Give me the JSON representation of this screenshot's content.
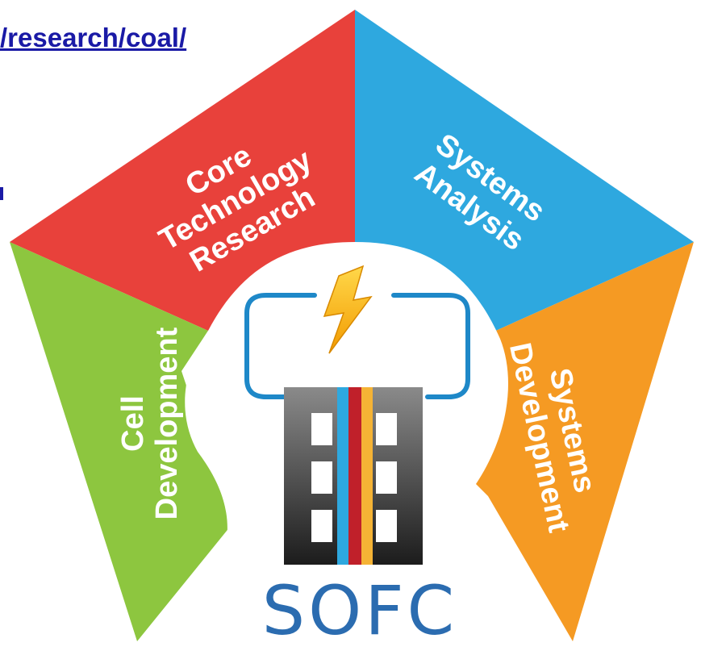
{
  "link": {
    "text": "/research/coal/"
  },
  "segments": {
    "core": {
      "lines": [
        "Core",
        "Technology",
        "Research"
      ],
      "color": "#e8413b"
    },
    "systems_analysis": {
      "lines": [
        "Systems",
        "Analysis"
      ],
      "color": "#2ea8df"
    },
    "systems_development": {
      "lines": [
        "Systems",
        "Development"
      ],
      "color": "#f59a23"
    },
    "cell_development": {
      "lines": [
        "Cell",
        "Development"
      ],
      "color": "#8dc63f"
    }
  },
  "center": {
    "label": "SOFC",
    "lightning_color": "#f7b500",
    "circuit_color": "#1e88c8",
    "stack_colors": [
      "#2ea8df",
      "#c0202a",
      "#f5b335"
    ]
  }
}
